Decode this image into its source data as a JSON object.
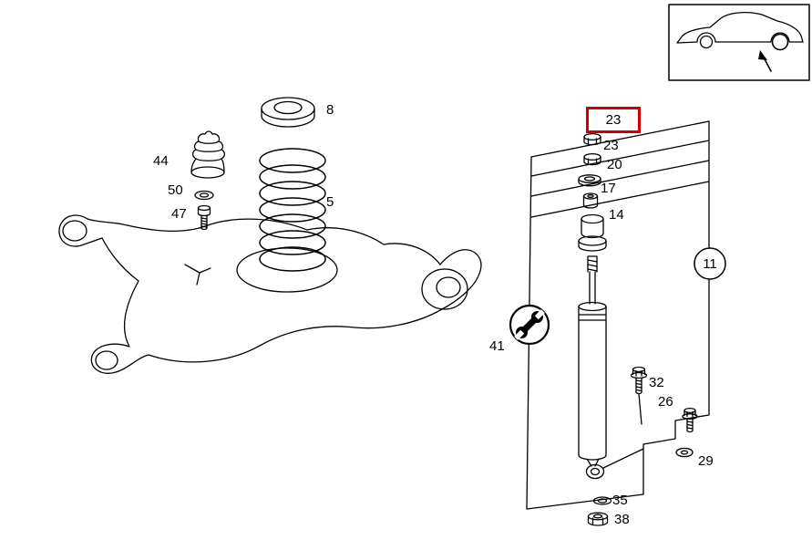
{
  "diagram": {
    "highlight_color": "#d10000",
    "callouts": {
      "part8": "8",
      "part44": "44",
      "part50": "50",
      "part47": "47",
      "part5": "5",
      "part23_highlighted": "23",
      "part23": "23",
      "part20": "20",
      "part17": "17",
      "part14": "14",
      "part11": "11",
      "part41": "41",
      "part32": "32",
      "part26": "26",
      "part29": "29",
      "part35": "35",
      "part38": "38"
    }
  }
}
